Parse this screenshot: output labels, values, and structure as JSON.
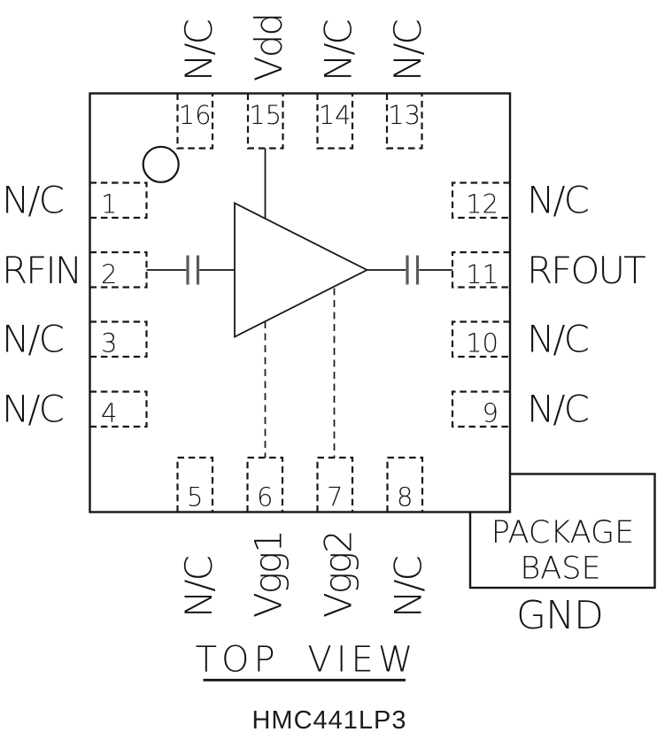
{
  "diagram": {
    "pins": {
      "top": [
        {
          "number": "16",
          "label": "N/C"
        },
        {
          "number": "15",
          "label": "Vdd"
        },
        {
          "number": "14",
          "label": "N/C"
        },
        {
          "number": "13",
          "label": "N/C"
        }
      ],
      "left": [
        {
          "number": "1",
          "label": "N/C"
        },
        {
          "number": "2",
          "label": "RFIN"
        },
        {
          "number": "3",
          "label": "N/C"
        },
        {
          "number": "4",
          "label": "N/C"
        }
      ],
      "right": [
        {
          "number": "12",
          "label": "N/C"
        },
        {
          "number": "11",
          "label": "RFOUT"
        },
        {
          "number": "10",
          "label": "N/C"
        },
        {
          "number": "9",
          "label": "N/C"
        }
      ],
      "bottom": [
        {
          "number": "5",
          "label": "N/C"
        },
        {
          "number": "6",
          "label": "Vgg1"
        },
        {
          "number": "7",
          "label": "Vgg2"
        },
        {
          "number": "8",
          "label": "N/C"
        }
      ]
    },
    "package_base": {
      "line1": "PACKAGE",
      "line2": "BASE",
      "ground": "GND"
    },
    "footer": {
      "view": "TOP VIEW",
      "part": "HMC441LP3"
    },
    "icons": {
      "pin1-indicator-icon": "circle",
      "amplifier-icon": "right-pointing-triangle",
      "capacitor-icon": "two-parallel-plates"
    },
    "colors": {
      "line": "#161616",
      "text": "#131313",
      "capacitor_plate": "#5a5a5a",
      "background": "#ffffff"
    }
  }
}
